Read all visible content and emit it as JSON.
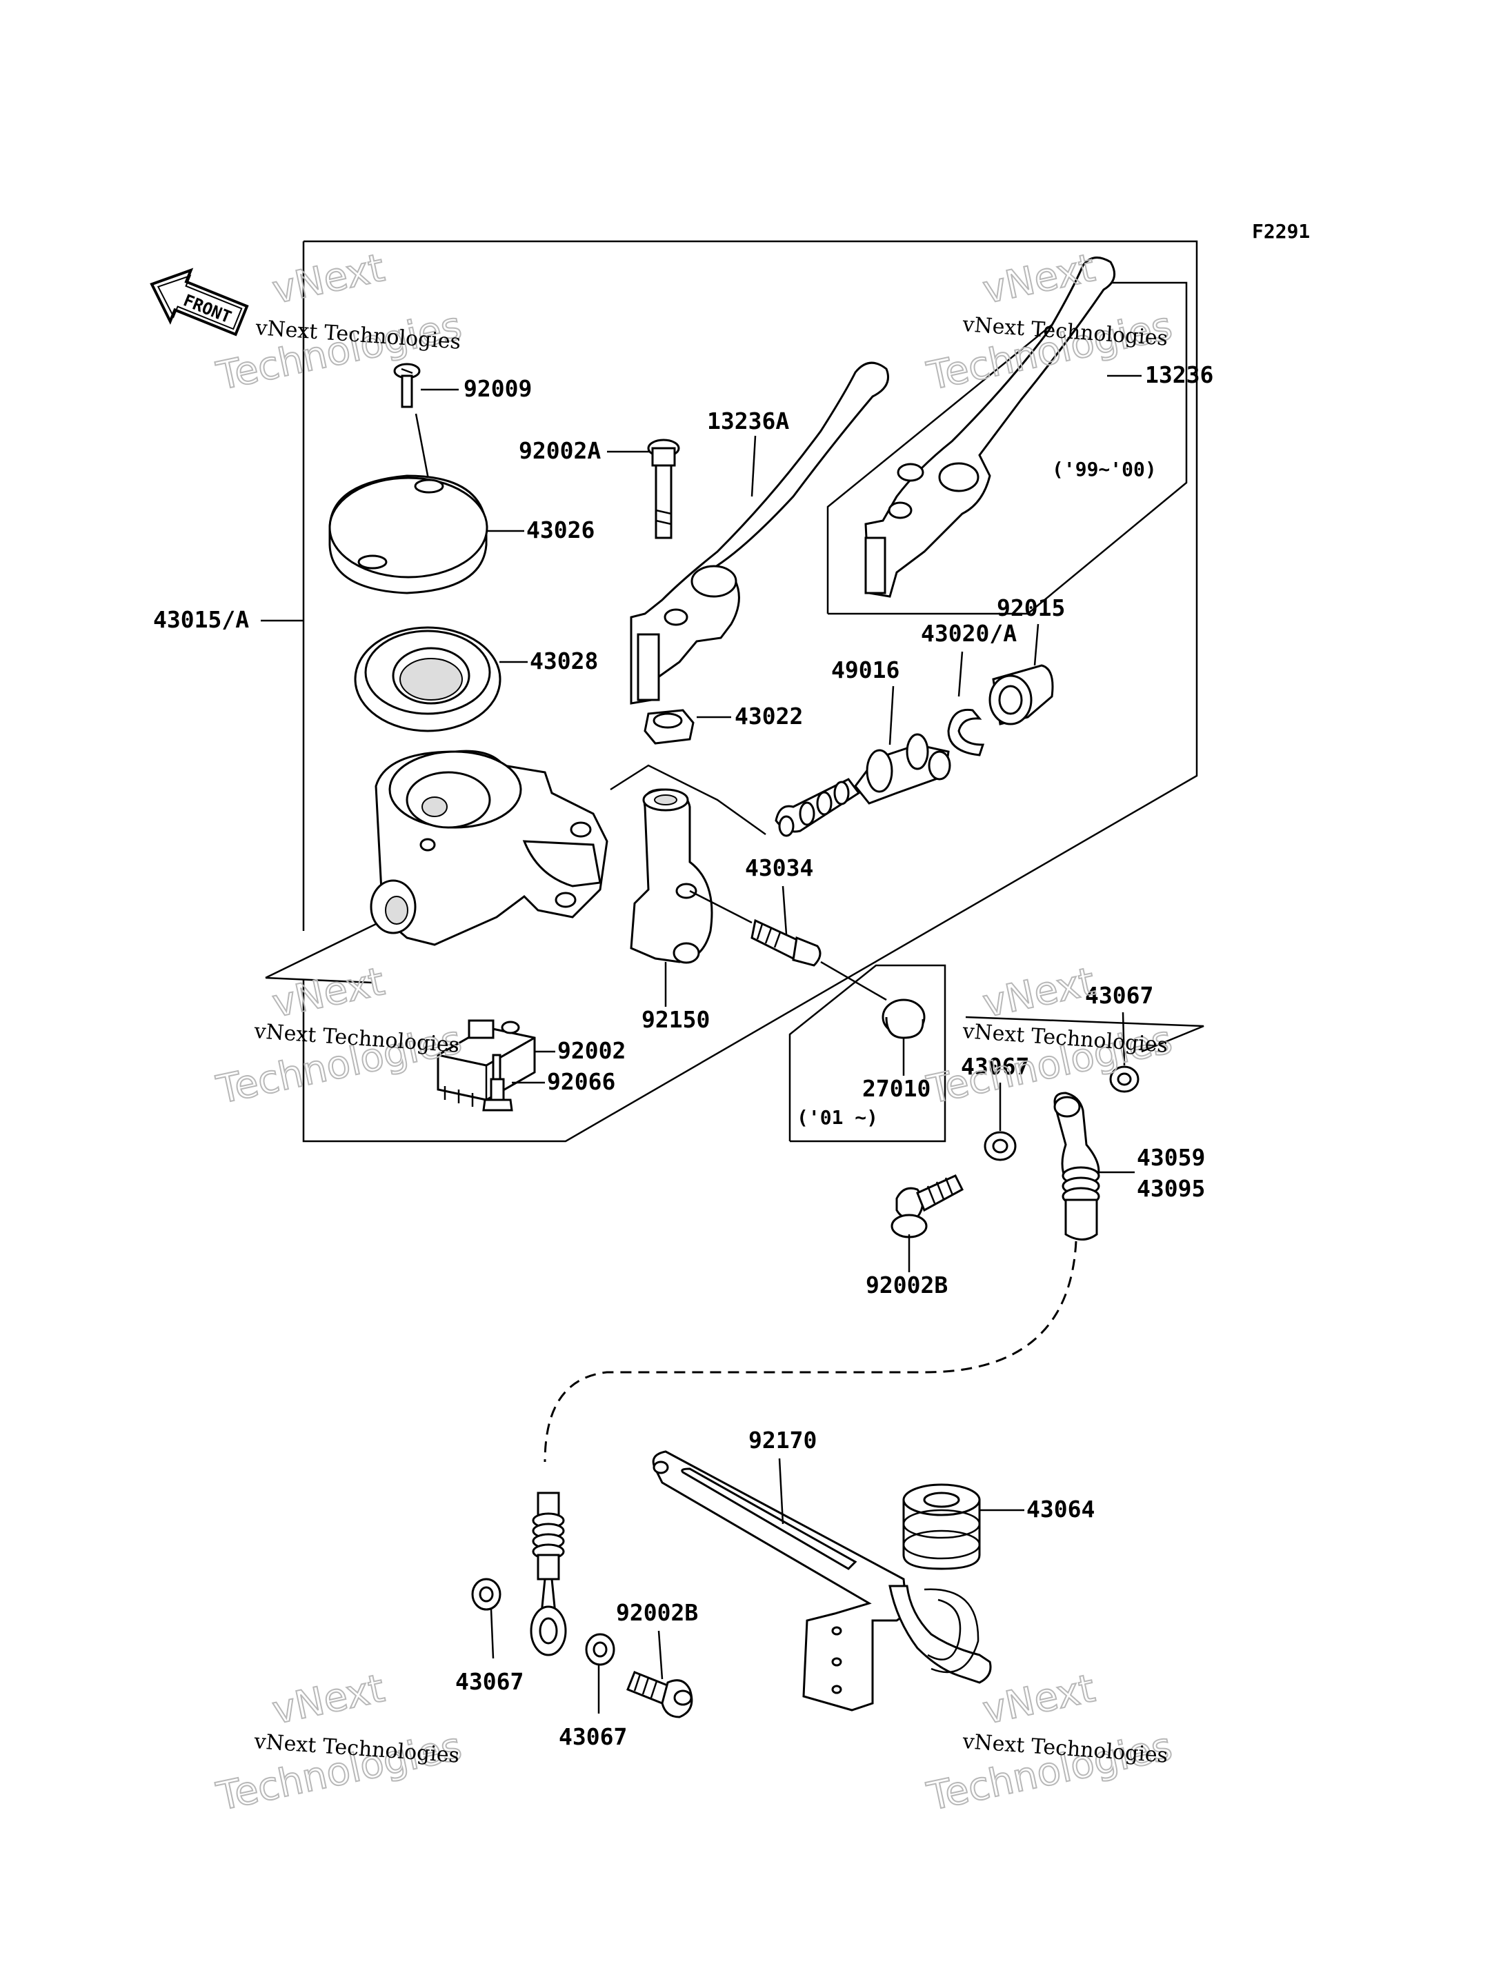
{
  "figure_code": "F2291",
  "front_label": "FRONT",
  "watermark": {
    "company": "vNext Technologies",
    "big_top": "vNext",
    "big_bottom": "Technologies"
  },
  "labels": [
    {
      "id": "p92009",
      "text": "92009"
    },
    {
      "id": "p43026",
      "text": "43026"
    },
    {
      "id": "p43028",
      "text": "43028"
    },
    {
      "id": "p43015a",
      "text": "43015/A"
    },
    {
      "id": "p92002a",
      "text": "92002A"
    },
    {
      "id": "p13236a",
      "text": "13236A"
    },
    {
      "id": "p13236",
      "text": "13236"
    },
    {
      "id": "p43022",
      "text": "43022"
    },
    {
      "id": "p49016",
      "text": "49016"
    },
    {
      "id": "p43020a",
      "text": "43020/A"
    },
    {
      "id": "p92015",
      "text": "92015"
    },
    {
      "id": "p92150",
      "text": "92150"
    },
    {
      "id": "p43034",
      "text": "43034"
    },
    {
      "id": "p27010",
      "text": "27010"
    },
    {
      "id": "p92002",
      "text": "92002"
    },
    {
      "id": "p92066",
      "text": "92066"
    },
    {
      "id": "p43067a",
      "text": "43067"
    },
    {
      "id": "p43067b",
      "text": "43067"
    },
    {
      "id": "p43059",
      "text": "43059"
    },
    {
      "id": "p43095",
      "text": "43095"
    },
    {
      "id": "p92002b1",
      "text": "92002B"
    },
    {
      "id": "p92170",
      "text": "92170"
    },
    {
      "id": "p43064",
      "text": "43064"
    },
    {
      "id": "p43067c",
      "text": "43067"
    },
    {
      "id": "p92002b2",
      "text": "92002B"
    },
    {
      "id": "p43067d",
      "text": "43067"
    }
  ],
  "year_notes": {
    "y99_00": "('99~'00)",
    "y01": "('01 ~)"
  }
}
